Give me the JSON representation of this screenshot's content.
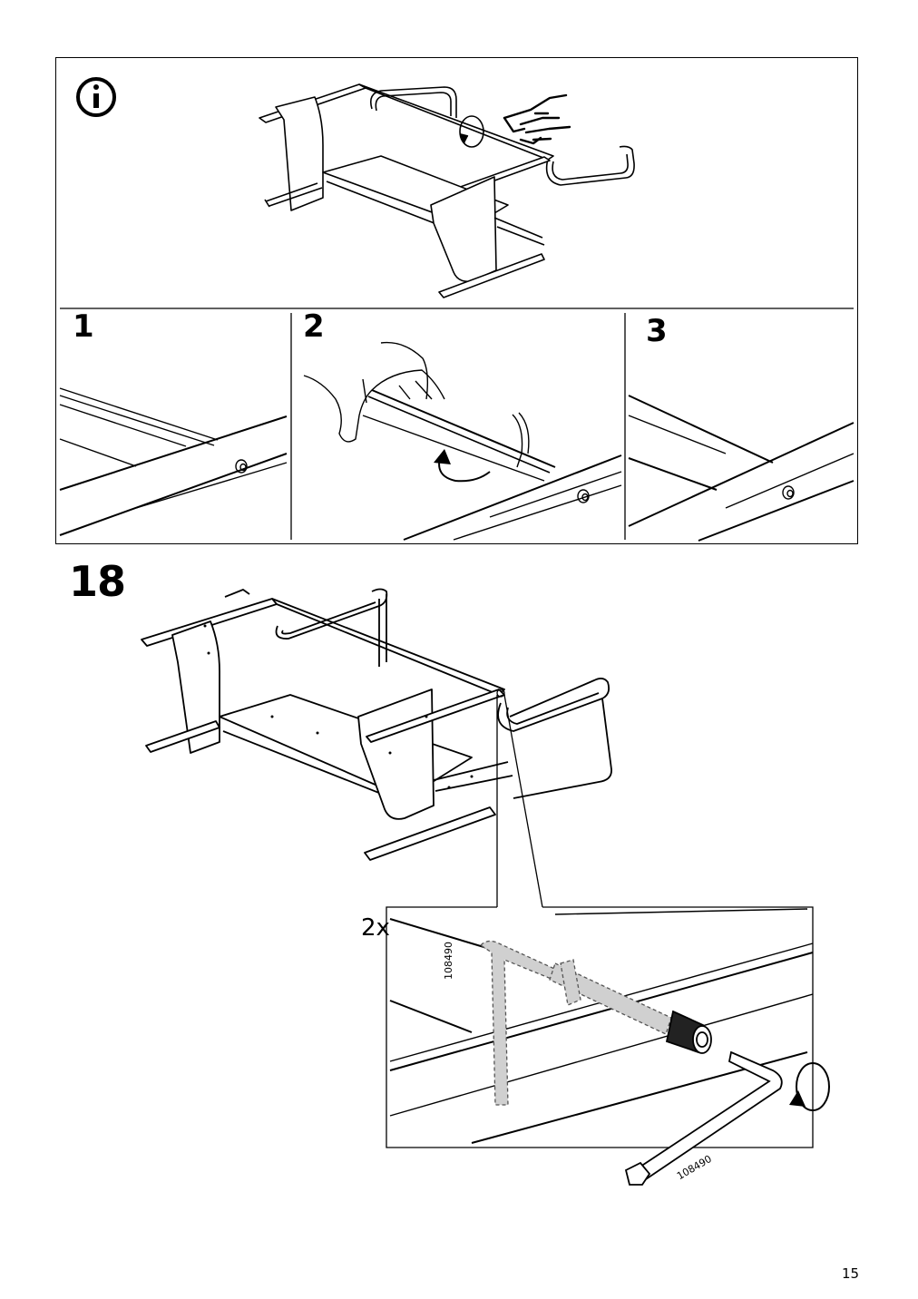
{
  "info_panel": {
    "icon": "info-icon"
  },
  "substeps": [
    {
      "label": "1"
    },
    {
      "label": "2"
    },
    {
      "label": "3"
    }
  ],
  "step": {
    "number": "18"
  },
  "detail": {
    "quantity": "2x",
    "part_number_ghost": "108490",
    "part_number_key": "108490"
  },
  "page_number": "15"
}
